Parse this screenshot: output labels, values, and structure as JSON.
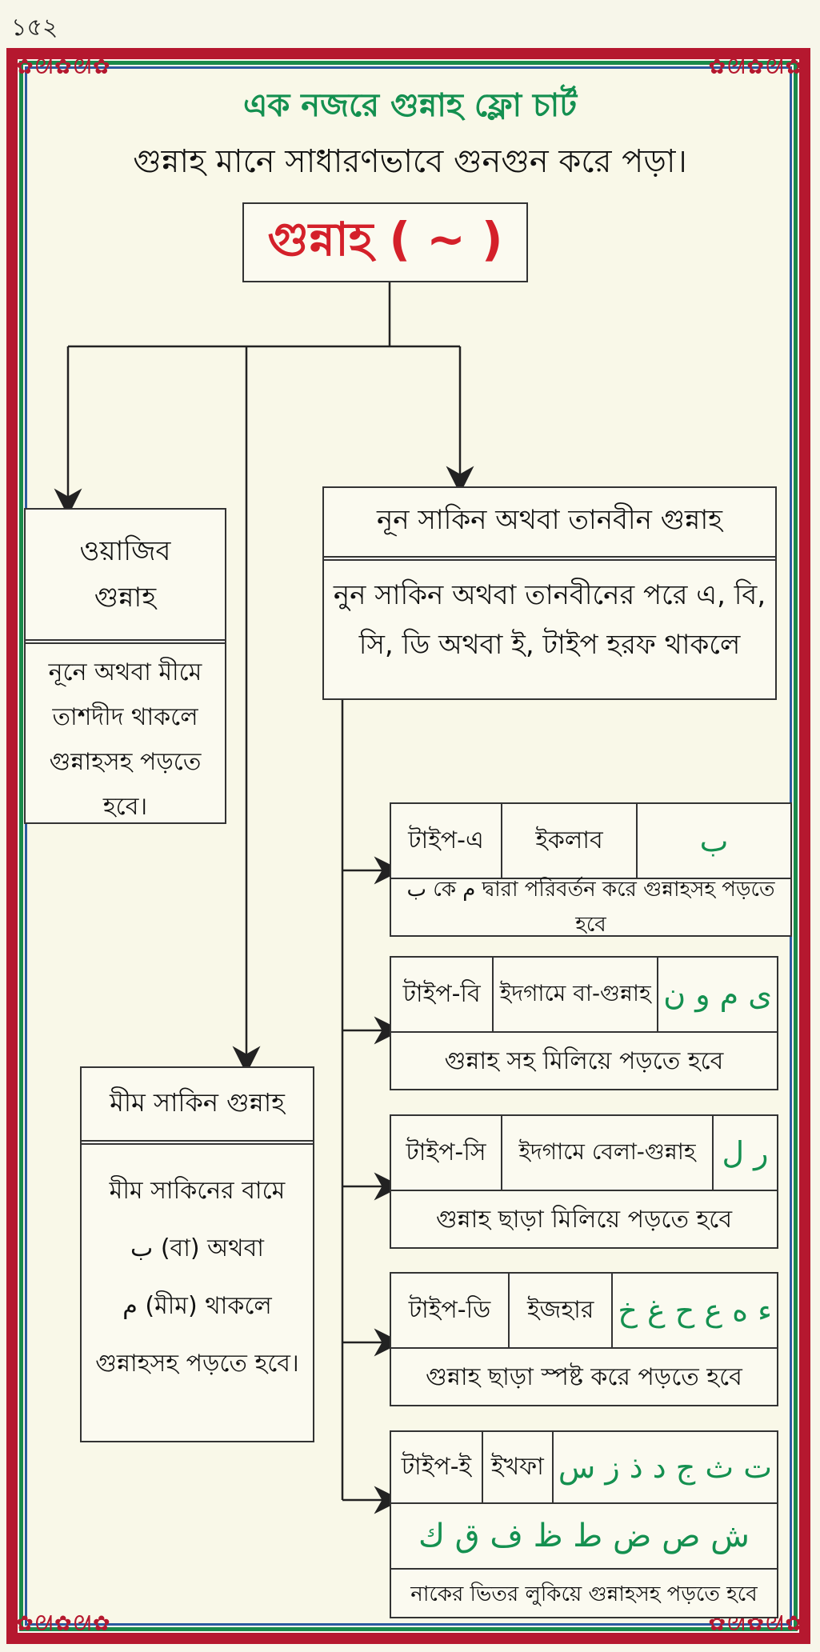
{
  "page_number": "১৫২",
  "title": "এক নজরে গুন্নাহ ফ্লো চার্ট",
  "subtitle": "গুন্নাহ মানে সাধারণভাবে গুনগুন করে পড়া।",
  "root": {
    "label": "গুন্নাহ ( ~ )"
  },
  "wajib": {
    "title_line1": "ওয়াজিব",
    "title_line2": "গুন্নাহ",
    "body_line1": "নূনে অথবা মীমে",
    "body_line2": "তাশদীদ থাকলে",
    "body_line3": "গুন্নাহসহ পড়তে হবে।"
  },
  "nun": {
    "title": "নূন সাকিন অথবা তানবীন গুন্নাহ",
    "body_line1": "নুন সাকিন অথবা তানবীনের পরে এ, বি,",
    "body_line2": "সি, ডি অথবা ই, টাইপ হরফ থাকলে"
  },
  "meem": {
    "title": "মীম সাকিন গুন্নাহ",
    "body_line1": "মীম সাকিনের বামে",
    "body_line2": "ب (বা) অথবা",
    "body_line3": "م (মীম) থাকলে",
    "body_line4": "গুন্নাহসহ পড়তে হবে।"
  },
  "types": [
    {
      "type": "টাইপ-এ",
      "name": "ইকলাব",
      "letters": "ب",
      "rule": "ب কে م দ্বারা পরিবর্তন করে গুন্নাহসহ পড়তে হবে"
    },
    {
      "type": "টাইপ-বি",
      "name": "ইদগামে বা-গুন্নাহ",
      "letters": "ی م و ن",
      "rule": "গুন্নাহ সহ মিলিয়ে পড়তে হবে"
    },
    {
      "type": "টাইপ-সি",
      "name": "ইদগামে বেলা-গুন্নাহ",
      "letters": "ر ل",
      "rule": "গুন্নাহ ছাড়া মিলিয়ে পড়তে হবে"
    },
    {
      "type": "টাইপ-ডি",
      "name": "ইজহার",
      "letters": "ء ه ع ح غ خ",
      "rule": "গুন্নাহ ছাড়া স্পষ্ট করে পড়তে হবে"
    },
    {
      "type": "টাইপ-ই",
      "name": "ইখফা",
      "letters": "ت ث ج د ذ ز س",
      "letters2": "ش ص ض ط ظ ف ق ك",
      "rule": "নাকের ভিতর লুকিয়ে গুন্নাহসহ পড়তে হবে"
    }
  ],
  "colors": {
    "red": "#d4202a",
    "green": "#149050",
    "border_red": "#b5182f"
  }
}
